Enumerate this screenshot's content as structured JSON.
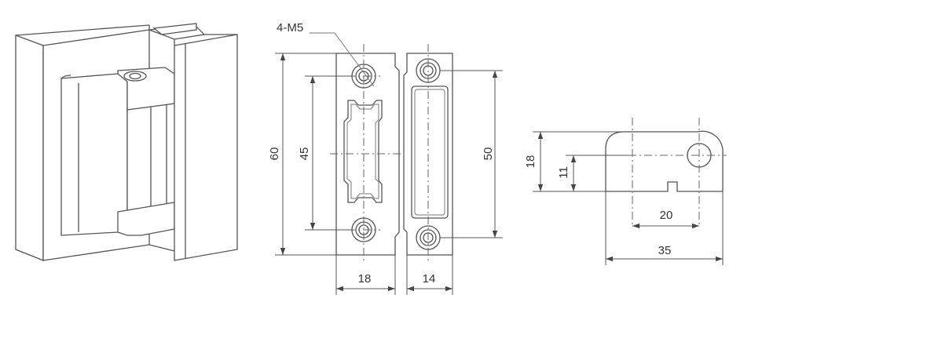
{
  "callout": {
    "thread_label": "4-M5"
  },
  "dimensions": {
    "front_height": "60",
    "front_hole_spacing": "45",
    "front_width": "18",
    "side_width": "14",
    "side_hole_spacing": "50",
    "profile_height": "18",
    "profile_hole_height": "11",
    "profile_hole_offset": "20",
    "profile_length": "35"
  },
  "colors": {
    "line": "#555555",
    "text": "#333333",
    "background": "#ffffff"
  }
}
